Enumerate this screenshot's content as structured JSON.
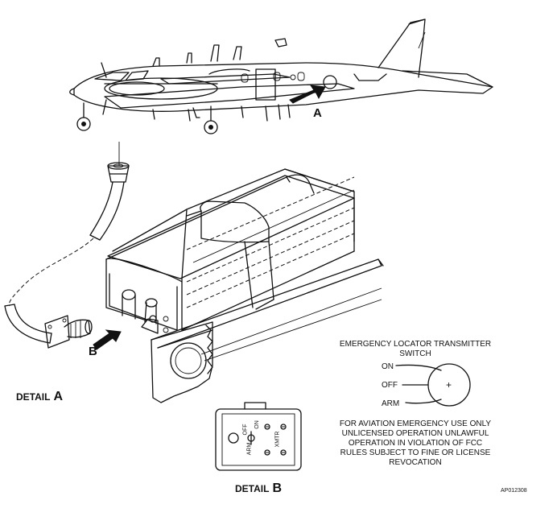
{
  "callouts": {
    "a": "A",
    "b": "B"
  },
  "detail_a": {
    "word": "DETAIL",
    "letter": "A"
  },
  "detail_b": {
    "word": "DETAIL",
    "letter": "B"
  },
  "switch": {
    "title_line1": "EMERGENCY LOCATOR TRANSMITTER",
    "title_line2": "SWITCH",
    "positions": [
      "ON",
      "OFF",
      "ARM"
    ],
    "knob_symbol": "+"
  },
  "warning": {
    "lines": [
      "FOR AVIATION EMERGENCY USE ONLY",
      "UNLICENSED OPERATION UNLAWFUL",
      "OPERATION IN VIOLATION OF FCC",
      "RULES SUBJECT TO FINE OR LICENSE",
      "REVOCATION"
    ]
  },
  "panel_labels": {
    "off": "OFF",
    "on": "ON",
    "arm": "ARM",
    "xmtr": "XMTR"
  },
  "figure_code": "AP012308"
}
